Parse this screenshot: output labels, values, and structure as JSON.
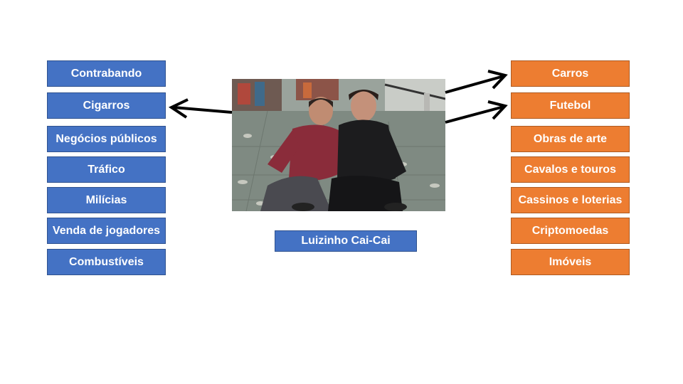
{
  "left_items": [
    {
      "label": "Contrabando"
    },
    {
      "label": "Cigarros"
    },
    {
      "label": "Negócios públicos"
    },
    {
      "label": "Tráfico"
    },
    {
      "label": "Milícias"
    },
    {
      "label": "Venda de jogadores"
    },
    {
      "label": "Combustíveis"
    }
  ],
  "right_items": [
    {
      "label": "Carros"
    },
    {
      "label": "Futebol"
    },
    {
      "label": "Obras de arte"
    },
    {
      "label": "Cavalos e touros"
    },
    {
      "label": "Cassinos e loterias"
    },
    {
      "label": "Criptomoedas"
    },
    {
      "label": "Imóveis"
    }
  ],
  "center": {
    "caption": "Luizinho Cai-Cai"
  },
  "colors": {
    "left_fill": "#4472c4",
    "right_fill": "#ed7d31",
    "arrow": "#000000"
  }
}
